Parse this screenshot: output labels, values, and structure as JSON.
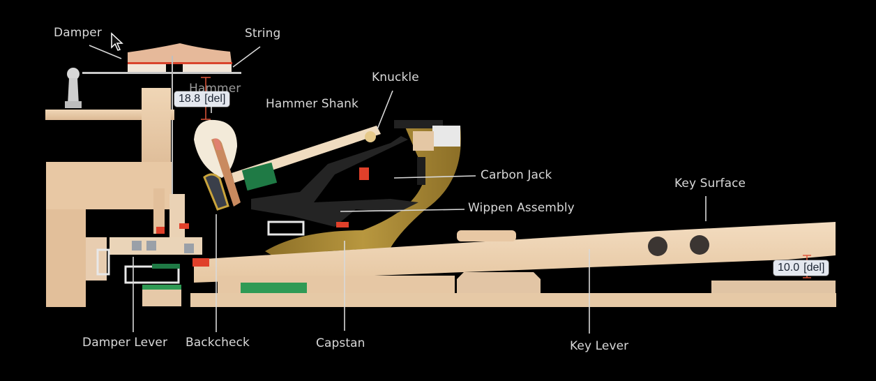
{
  "labels": {
    "damper": "Damper",
    "string": "String",
    "hammer": "Hammer",
    "hammer_shank": "Hammer Shank",
    "knuckle": "Knuckle",
    "carbon_jack": "Carbon Jack",
    "wippen_assembly": "Wippen Assembly",
    "key_surface": "Key Surface",
    "damper_lever": "Damper Lever",
    "backcheck": "Backcheck",
    "capstan": "Capstan",
    "key_lever": "Key Lever"
  },
  "measurements": [
    {
      "value": "18.8",
      "delete_label": "[del]"
    },
    {
      "value": "10.0",
      "delete_label": "[del]"
    }
  ],
  "colors": {
    "background": "#000000",
    "wood": "#e8c9a6",
    "wood_dark": "#d4ae88",
    "felt_green": "#1f7a45",
    "brass": "#a88a3a",
    "wippen_black": "#222222",
    "accent_red": "#e0402a",
    "measure_line": "#e0573a"
  }
}
